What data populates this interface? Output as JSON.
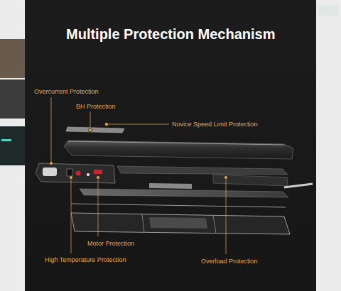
{
  "diagram": {
    "title": "Multiple Protection Mechanism",
    "labels": [
      "Overcurrent Protection",
      "BH Protection",
      "Novice Speed Limit Protection",
      "Motor Protection",
      "High Temperature Protection",
      "Overload Protection"
    ]
  }
}
